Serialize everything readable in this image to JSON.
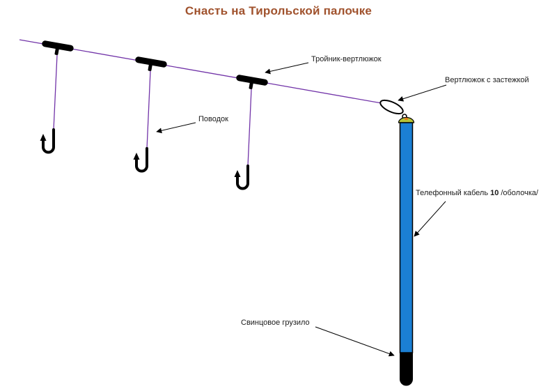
{
  "page": {
    "background": "#ffffff"
  },
  "title": {
    "text": "Снасть на Тирольской палочке",
    "color": "#A0522D"
  },
  "labels": {
    "tee_swivel": "Тройник-вертлюжок",
    "swivel_with_clasp": "Вертлюжок с застежкой",
    "leader": "Поводок",
    "cable": {
      "prefix": "Телефонный кабель",
      "number": "10",
      "suffix": "/оболочка/"
    },
    "sinker": "Свинцовое грузило"
  },
  "colors": {
    "main_line": "#7133A8",
    "leader_line": "#7133A8",
    "tube_fill": "#1B7FD4",
    "sinker_fill": "#000000",
    "cap_fill": "#B7C437",
    "cap_dot": "#E07B20",
    "swivel_fill": "#FFFFFF",
    "hook": "#000000",
    "arrow": "#000000",
    "label_text": "#1A1A1A"
  }
}
